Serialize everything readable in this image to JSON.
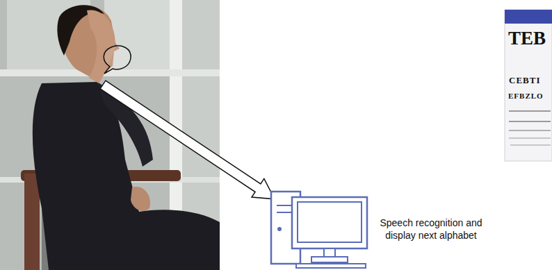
{
  "diagram": {
    "nodes": [
      {
        "text": [
          "Speech recognition and display next alphabet"
        ]
      }
    ],
    "labels": [
      "TEB",
      "CEBTI",
      "EFBZLO"
    ]
  }
}
